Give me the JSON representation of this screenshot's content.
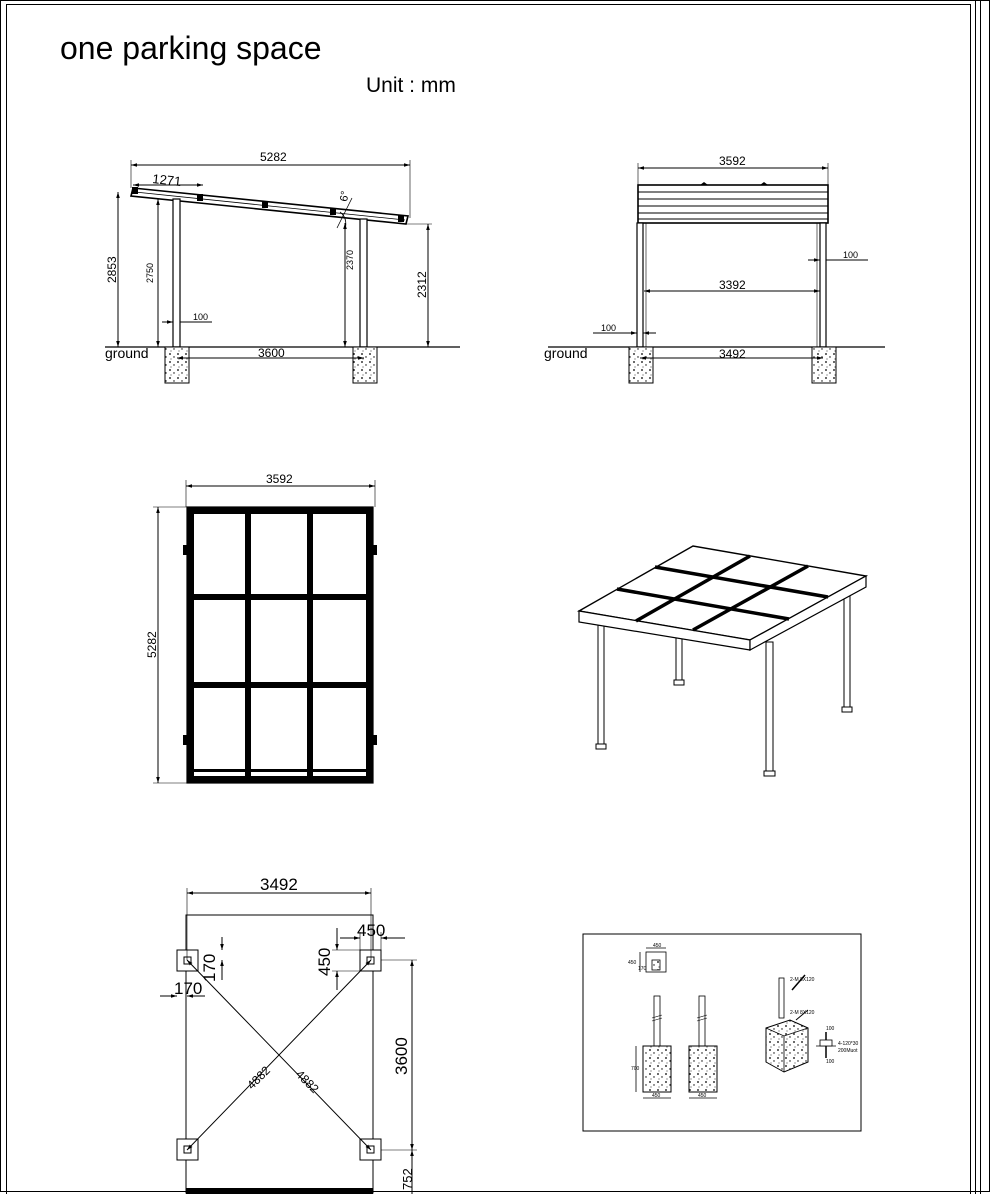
{
  "header": {
    "title": "one parking space",
    "unit": "Unit : mm"
  },
  "side_view": {
    "total_length": "5282",
    "overhang": "1271",
    "angle": "6°",
    "high_height": "2853",
    "high_post": "2750",
    "low_post": "2370",
    "low_height": "2312",
    "post_width": "100",
    "post_spacing": "3600",
    "ground": "ground"
  },
  "front_view": {
    "total_width": "3592",
    "inner_width": "3392",
    "beam": "100",
    "post_width": "100",
    "post_spacing": "3492",
    "ground": "ground"
  },
  "plan_view": {
    "width": "3592",
    "length": "5282"
  },
  "foundation_plan": {
    "width": "3492",
    "footing_size": "450",
    "footing_depth": "450",
    "offset_x": "170",
    "offset_y": "170",
    "length": "3600",
    "end_offset": "752",
    "diagonal_1": "4882",
    "diagonal_2": "4882"
  },
  "detail_box": {
    "dim_top_a": "450",
    "dim_top_b": "450",
    "dim_top_c": "170",
    "dim_footing_h": "700",
    "dim_footing_w1": "450",
    "dim_footing_w2": "450",
    "anchor_1": "2-M 8X120",
    "anchor_2": "2-M 8X120",
    "anchor_3": "4-120*30",
    "anchor_4": "200Muot",
    "dim_small": "100",
    "dim_small2": "100"
  }
}
